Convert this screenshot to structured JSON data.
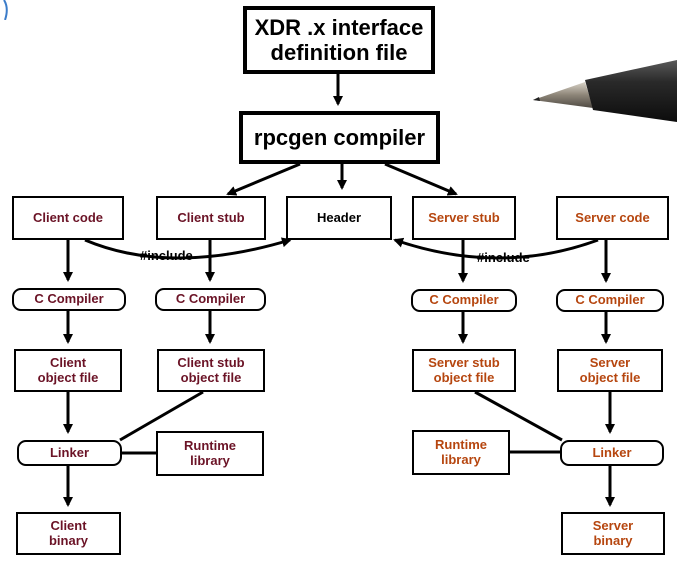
{
  "colors": {
    "client": "#6b1326",
    "server": "#b6460f",
    "line": "#000000"
  },
  "top": {
    "xdr_line1": "XDR .x interface",
    "xdr_line2": "definition file",
    "rpcgen": "rpcgen compiler",
    "header": "Header"
  },
  "client": {
    "code": "Client code",
    "stub": "Client stub",
    "compiler_a": "C Compiler",
    "compiler_b": "C Compiler",
    "object_line1": "Client",
    "object_line2": "object file",
    "stub_object_line1": "Client stub",
    "stub_object_line2": "object file",
    "linker": "Linker",
    "runtime_line1": "Runtime",
    "runtime_line2": "library",
    "binary_line1": "Client",
    "binary_line2": "binary",
    "include": "#include"
  },
  "server": {
    "stub": "Server stub",
    "code": "Server code",
    "compiler_a": "C Compiler",
    "compiler_b": "C Compiler",
    "stub_object_line1": "Server stub",
    "stub_object_line2": "object file",
    "object_line1": "Server",
    "object_line2": "object file",
    "runtime_line1": "Runtime",
    "runtime_line2": "library",
    "linker": "Linker",
    "binary_line1": "Server",
    "binary_line2": "binary",
    "include": "#include"
  },
  "decor": {
    "pen_icon": "pen-icon",
    "corner_mark_icon": "corner-mark-icon"
  }
}
